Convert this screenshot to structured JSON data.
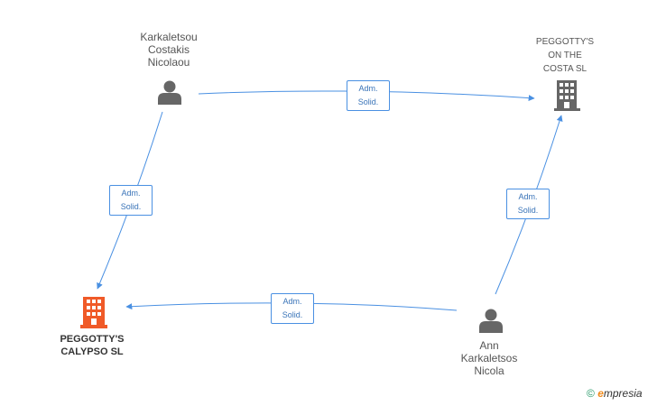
{
  "nodes": {
    "person1": {
      "lines": [
        "Karkaletsou",
        "Costakis",
        "Nicolaou"
      ],
      "icon": "person-icon"
    },
    "company1": {
      "lines": [
        "PEGGOTTY'S",
        "ON THE",
        "COSTA SL"
      ],
      "icon": "building-icon",
      "color": "#666666"
    },
    "company2": {
      "lines": [
        "PEGGOTTY'S",
        "CALYPSO SL"
      ],
      "icon": "building-icon",
      "color": "#f05a28"
    },
    "person2": {
      "lines": [
        "Ann",
        "Karkaletsos",
        "Nicola"
      ],
      "icon": "person-icon"
    }
  },
  "edges": [
    {
      "from": "person1",
      "to": "company1",
      "label": [
        "Adm.",
        "Solid."
      ]
    },
    {
      "from": "person1",
      "to": "company2",
      "label": [
        "Adm.",
        "Solid."
      ]
    },
    {
      "from": "person2",
      "to": "company1",
      "label": [
        "Adm.",
        "Solid."
      ]
    },
    {
      "from": "person2",
      "to": "company2",
      "label": [
        "Adm.",
        "Solid."
      ]
    }
  ],
  "colors": {
    "edge": "#4a90e2",
    "person": "#666666"
  },
  "footer": {
    "copyright": "©",
    "brand_initial": "e",
    "brand_rest": "mpresia"
  }
}
